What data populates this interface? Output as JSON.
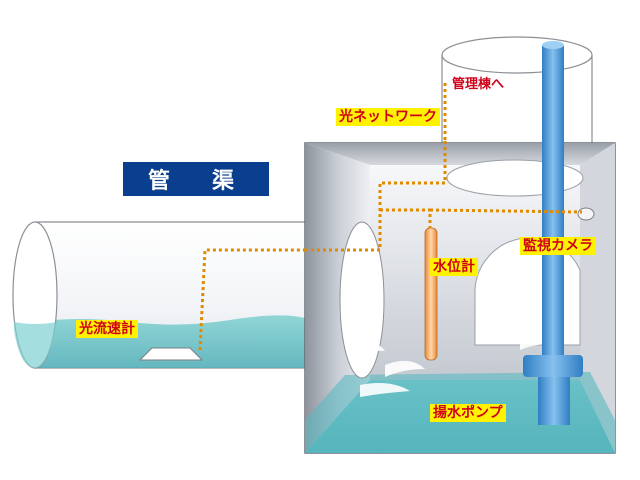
{
  "title": "管　渠",
  "labels": {
    "to_admin": "管理棟へ",
    "optical_network": "光ネットワーク",
    "optical_flowmeter": "光流速計",
    "water_level_gauge": "水位計",
    "monitoring_camera": "監視カメラ",
    "pump": "揚水ポンプ"
  },
  "colors": {
    "title_bg": "#0a3f8f",
    "label_bg": "#fff200",
    "label_text": "#d0021b",
    "water": "#6fc9c9",
    "cable": "#e08a00",
    "pump": "#4a97d6"
  }
}
